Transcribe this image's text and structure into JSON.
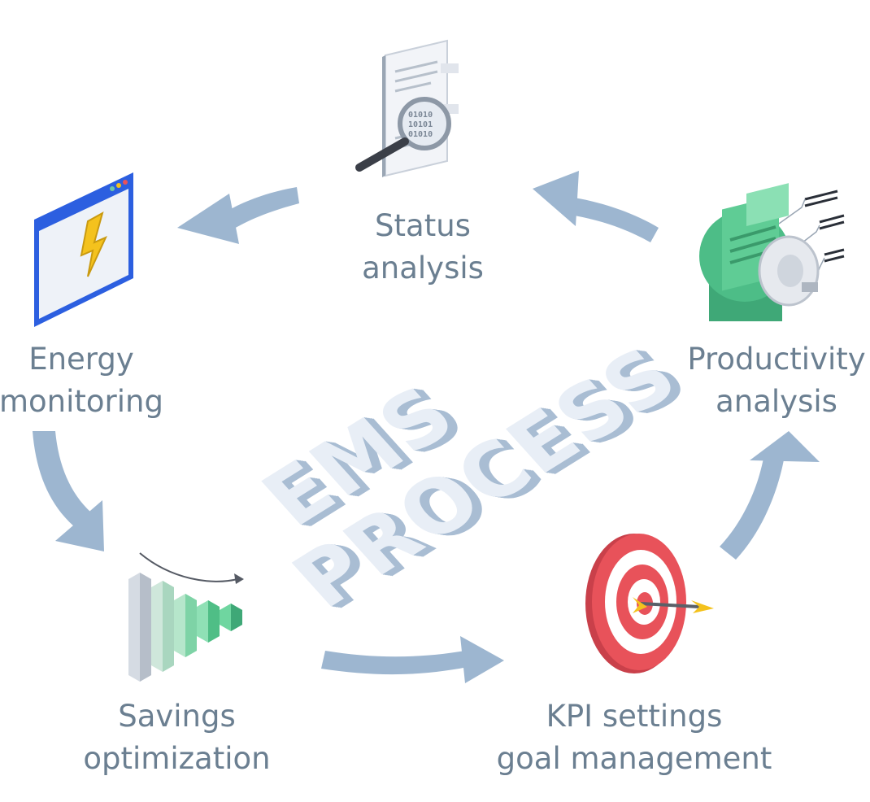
{
  "title": {
    "line1": "EMS",
    "line2": "PROCESS"
  },
  "steps": {
    "status": {
      "line1": "Status",
      "line2": "analysis"
    },
    "energy": {
      "line1": "Energy",
      "line2": "monitoring"
    },
    "productivity": {
      "line1": "Productivity",
      "line2": "analysis"
    },
    "savings": {
      "line1": "Savings",
      "line2": "optimization"
    },
    "kpi": {
      "line1": "KPI settings",
      "line2": "goal management"
    }
  },
  "colors": {
    "arrow": "#9db6d0",
    "label": "#6b7f91",
    "monitor_blue": "#2c5fe0",
    "bolt_yellow": "#f4c21d",
    "target_red": "#e8525a",
    "motor_green": "#6fd6a0",
    "bar_green": "#5fd191"
  },
  "icons": {
    "status": "magnifier-document-icon",
    "energy": "monitor-lightning-icon",
    "productivity": "motor-icon",
    "savings": "bar-growth-icon",
    "kpi": "target-arrow-icon"
  }
}
